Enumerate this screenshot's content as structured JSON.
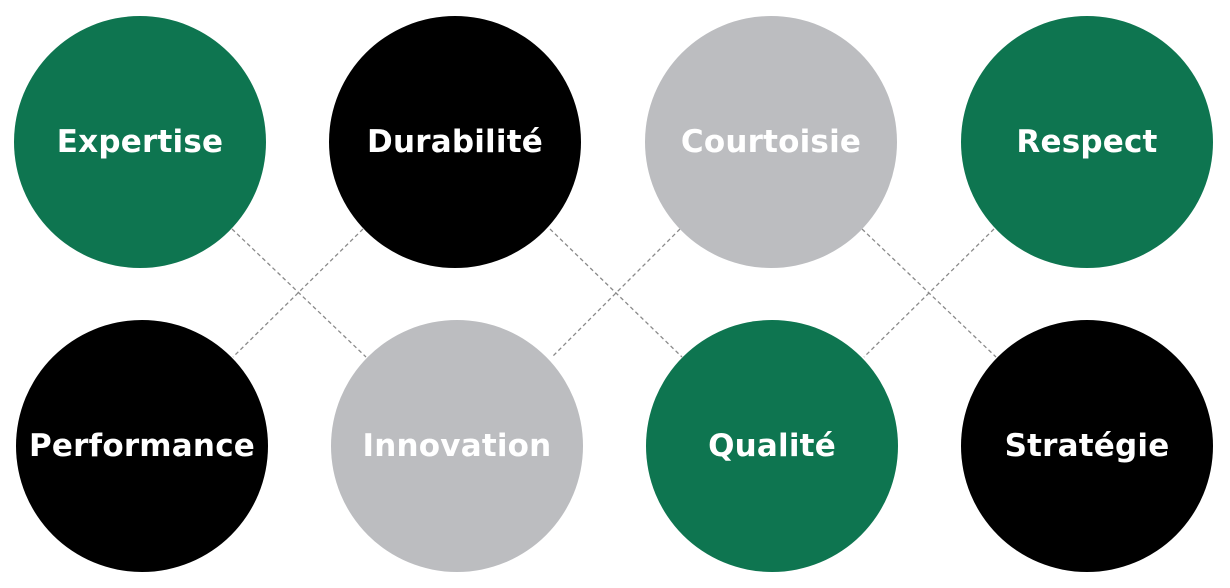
{
  "colors": {
    "green": "#0e7550",
    "black": "#000000",
    "gray": "#bcbdc0",
    "label": "#ffffff",
    "connector": "#8a8a8a"
  },
  "nodes": [
    {
      "label": "Expertise",
      "color": "green"
    },
    {
      "label": "Durabilité",
      "color": "black"
    },
    {
      "label": "Courtoisie",
      "color": "gray"
    },
    {
      "label": "Respect",
      "color": "green"
    },
    {
      "label": "Performance",
      "color": "black"
    },
    {
      "label": "Innovation",
      "color": "gray"
    },
    {
      "label": "Qualité",
      "color": "green"
    },
    {
      "label": "Stratégie",
      "color": "black"
    }
  ],
  "connectors": [
    {
      "from": "Expertise",
      "to": "Innovation"
    },
    {
      "from": "Durabilité",
      "to": "Performance"
    },
    {
      "from": "Durabilité",
      "to": "Qualité"
    },
    {
      "from": "Courtoisie",
      "to": "Innovation"
    },
    {
      "from": "Courtoisie",
      "to": "Stratégie"
    },
    {
      "from": "Respect",
      "to": "Qualité"
    }
  ]
}
